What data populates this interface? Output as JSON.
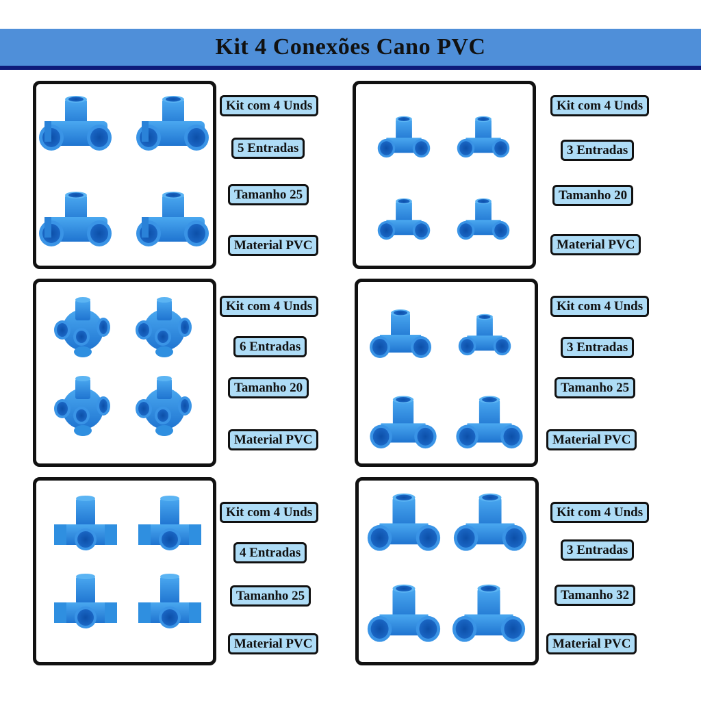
{
  "header": {
    "title": "Kit 4 Conexões Cano PVC"
  },
  "colors": {
    "banner": "#4f8fd9",
    "banner_border": "#0e1a7a",
    "label_bg": "#aedcf6",
    "pvc_blue": "#2f8fe0"
  },
  "kits": [
    {
      "icon": "pvc-5-way-connector-icon",
      "labels": [
        "Kit com 4 Unds",
        "5 Entradas",
        "Tamanho 25",
        "Material PVC"
      ]
    },
    {
      "icon": "pvc-3-way-elbow-icon",
      "labels": [
        "Kit com 4 Unds",
        "3 Entradas",
        "Tamanho 20",
        "Material PVC"
      ]
    },
    {
      "icon": "pvc-6-way-connector-icon",
      "labels": [
        "Kit com 4 Unds",
        "6 Entradas",
        "Tamanho 20",
        "Material PVC"
      ]
    },
    {
      "icon": "pvc-3-way-elbow-icon",
      "labels": [
        "Kit com 4 Unds",
        "3 Entradas",
        "Tamanho 25",
        "Material PVC"
      ]
    },
    {
      "icon": "pvc-4-way-connector-icon",
      "labels": [
        "Kit com 4 Unds",
        "4 Entradas",
        "Tamanho 25",
        "Material PVC"
      ]
    },
    {
      "icon": "pvc-3-way-elbow-icon",
      "labels": [
        "Kit com 4 Unds",
        "3 Entradas",
        "Tamanho 32",
        "Material PVC"
      ]
    }
  ]
}
